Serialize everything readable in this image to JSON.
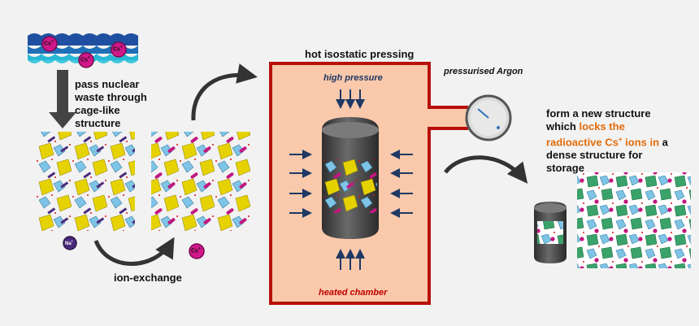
{
  "labels": {
    "pass_nuclear_waste": [
      "pass nuclear",
      "waste through",
      "cage-like",
      "structure"
    ],
    "ion_exchange": "ion-exchange",
    "hot_isostatic_pressing": "hot isostatic pressing",
    "pressurised_argon": "pressurised Argon",
    "high_pressure": "high pressure",
    "heated_chamber": "heated chamber",
    "new_structure": {
      "line1": "form a new structure",
      "line2_pre": "which ",
      "line2_hl": "locks the",
      "line3_hl_pre": "radioactive Cs",
      "line3_sup": "+",
      "line3_hl_post": " ions in",
      "line3_post": " a",
      "line4": "dense structure for",
      "line5": "storage"
    }
  },
  "ions": {
    "cs_label": "Cs",
    "cs_sup": "+",
    "na_label": "Na",
    "na_sup": "+"
  },
  "colors": {
    "chamber_border": "#b80f0a",
    "chamber_fill": "#fac9ab",
    "accent_orange": "#e36c09",
    "cs_ion": "#d0188a",
    "na_ion": "#4b2a7b",
    "water_dark": "#1f4fa0",
    "water_light": "#29b8d6",
    "arrow": "#1f3864"
  }
}
